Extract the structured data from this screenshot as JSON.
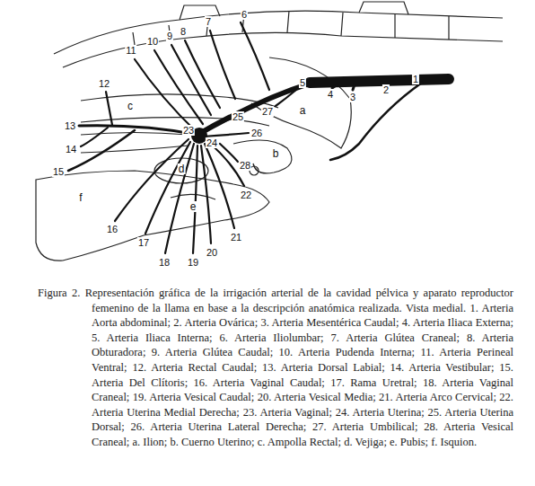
{
  "diagram": {
    "caption": "Figura 2. Representación gráfica de la irrigación arterial de la cavidad pélvica y aparato reproductor femenino de la llama en base a la descripción anatómica realizada. Vista medial. 1. Arteria Aorta abdominal; 2. Arteria Ovárica; 3. Arteria Mesentérica Caudal; 4. Arteria Iliaca Externa; 5. Arteria Iliaca Interna; 6. Arteria Iliolumbar; 7. Arteria Glútea Craneal; 8. Arteria Obturadora; 9. Arteria Glútea Caudal; 10. Arteria Pudenda Interna; 11. Arteria Perineal Ventral; 12. Arteria Rectal Caudal; 13. Arteria Dorsal Labial; 14. Arteria Vestibular; 15. Arteria Del Clítoris; 16. Arteria Vaginal Caudal; 17. Rama Uretral; 18. Arteria Vaginal Craneal; 19. Arteria Vesical Caudal; 20. Arteria Vesical Media; 21. Arteria Arco Cervical; 22. Arteria Uterina Medial Derecha; 23. Arteria Vaginal; 24. Arteria Uterina; 25. Arteria Uterina Dorsal; 26. Arteria Uterina Lateral Derecha; 27. Arteria Umbilical; 28. Arteria Vesical Craneal; a. Ilion; b. Cuerno Uterino; c. Ampolla Rectal; d. Vejiga; e. Pubis; f. Isquion.",
    "labels": [
      "1",
      "2",
      "3",
      "4",
      "5",
      "6",
      "7",
      "8",
      "9",
      "10",
      "11",
      "12",
      "13",
      "14",
      "15",
      "16",
      "17",
      "18",
      "19",
      "20",
      "21",
      "22",
      "23",
      "24",
      "25",
      "26",
      "27",
      "28",
      "a",
      "b",
      "c",
      "d",
      "e",
      "f"
    ]
  }
}
